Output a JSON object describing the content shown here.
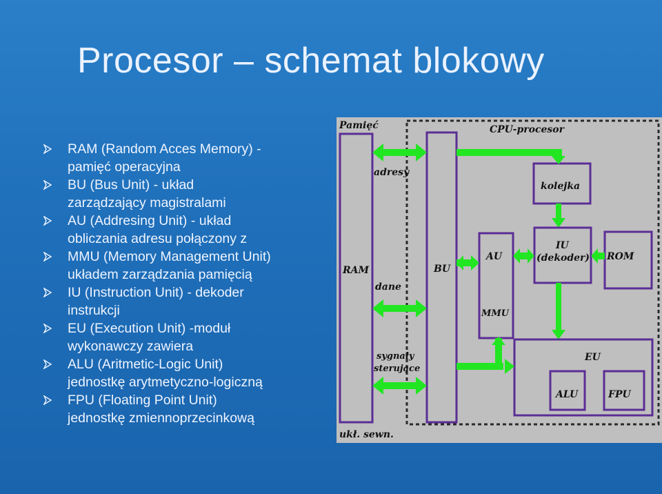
{
  "slide": {
    "title": "Procesor – schemat blokowy"
  },
  "bullets": [
    {
      "line1": "RAM (Random Acces Memory) -",
      "line2": "pamięć operacyjna"
    },
    {
      "line1": "BU (Bus Unit) - układ",
      "line2": "zarządzający magistralami"
    },
    {
      "line1": "AU (Addresing Unit) - układ",
      "line2": "obliczania adresu połączony z"
    },
    {
      "line1": "MMU (Memory Management Unit)",
      "line2": "układem zarządzania pamięcią"
    },
    {
      "line1": "IU (Instruction Unit) - dekoder",
      "line2": "instrukcji"
    },
    {
      "line1": "EU (Execution Unit) -moduł",
      "line2": "wykonawczy zawiera"
    },
    {
      "line1": "ALU (Aritmetic-Logic Unit)",
      "line2": "jednostkę arytmetyczno-logiczną"
    },
    {
      "line1": "FPU (Floating Point Unit)",
      "line2": "jednostkę zmiennoprzecinkową"
    }
  ],
  "diagram": {
    "memory_label": "Pamięć",
    "cpu_label": "CPU-procesor",
    "ram": "RAM",
    "bu": "BU",
    "au": "AU",
    "mmu": "MMU",
    "iu_line1": "IU",
    "iu_line2": "(dekoder)",
    "queue": "kolejka",
    "rom": "ROM",
    "eu": "EU",
    "alu": "ALU",
    "fpu": "FPU",
    "address": "adresy",
    "data": "dane",
    "signals_line1": "sygnały",
    "signals_line2": "sterujące",
    "control_unit": "ukł. sewn.",
    "colors": {
      "panel": "#bfbfbf",
      "block_border": "#5b2d95",
      "arrow": "#22e622",
      "dashed": "#2a2a2a",
      "label": "#111111"
    }
  }
}
